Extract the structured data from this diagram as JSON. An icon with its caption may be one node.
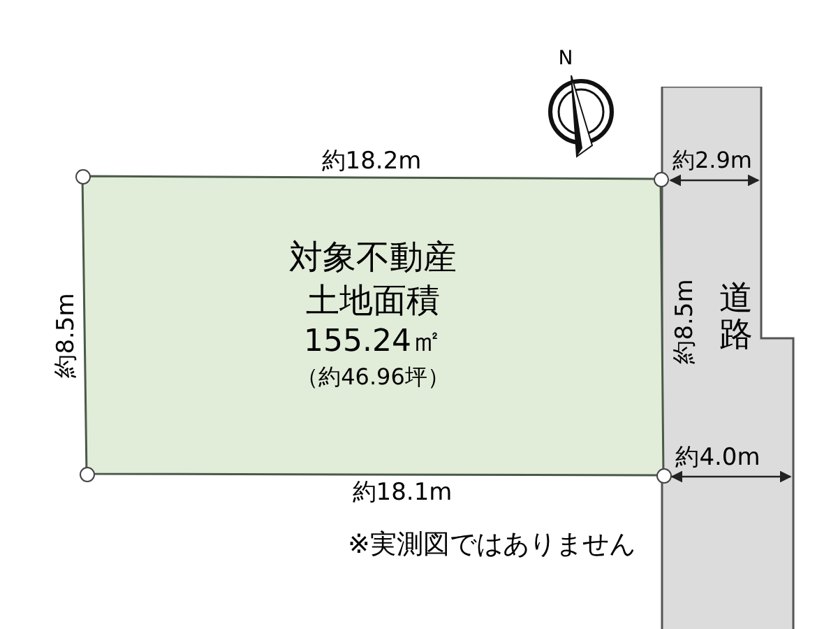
{
  "diagram": {
    "nodes": [
      {
        "text": [
          "対象不動産",
          "土地面積",
          "155.24㎡",
          "（約46.96坪）"
        ]
      },
      {
        "text": [
          "道路"
        ]
      }
    ],
    "edges": [],
    "labels": [
      "N",
      "約18.2m",
      "約2.9m",
      "約8.5m",
      "約8.5m",
      "約4.0m",
      "約18.1m",
      "※実測図ではありません"
    ]
  }
}
